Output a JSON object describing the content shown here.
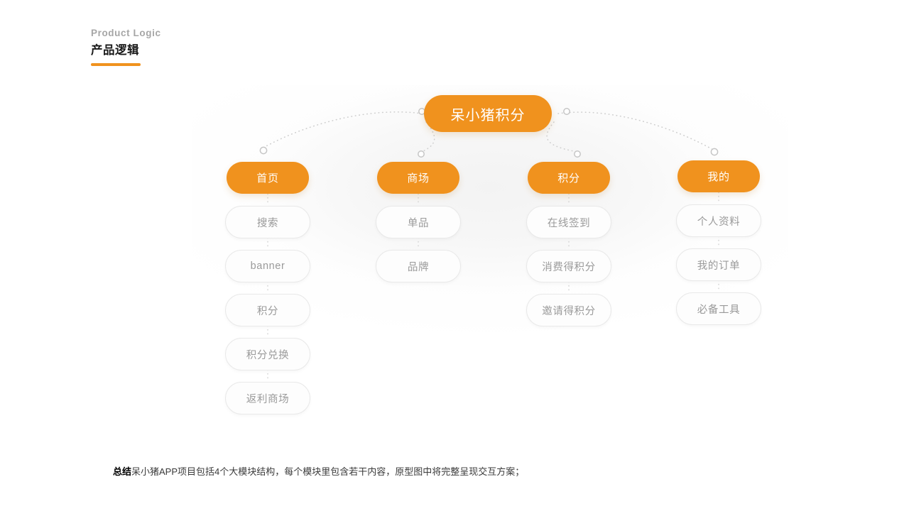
{
  "header": {
    "eyebrow": "Product Logic",
    "title": "产品逻辑"
  },
  "colors": {
    "accent_orange": "#F0921E",
    "child_border": "#e9e9e9",
    "child_text": "#9a9a9a",
    "connector": "#cfcfcf",
    "eyebrow_text": "#a6a6a6",
    "title_text": "#1a1a1a"
  },
  "diagram": {
    "root": {
      "label": "呆小猪积分"
    },
    "branches": [
      {
        "label": "首页",
        "children": [
          {
            "label": "搜索"
          },
          {
            "label": "banner"
          },
          {
            "label": "积分"
          },
          {
            "label": "积分兑换"
          },
          {
            "label": "返利商场"
          }
        ]
      },
      {
        "label": "商场",
        "children": [
          {
            "label": "单品"
          },
          {
            "label": "品牌"
          }
        ]
      },
      {
        "label": "积分",
        "children": [
          {
            "label": "在线签到"
          },
          {
            "label": "消费得积分"
          },
          {
            "label": "邀请得积分"
          }
        ]
      },
      {
        "label": "我的",
        "children": [
          {
            "label": "个人资料"
          },
          {
            "label": "我的订单"
          },
          {
            "label": "必备工具"
          }
        ]
      }
    ]
  },
  "footer": {
    "label": "总结",
    "text": "呆小猪APP项目包括4个大模块结构，每个模块里包含若干内容，原型图中将完整呈现交互方案；"
  }
}
